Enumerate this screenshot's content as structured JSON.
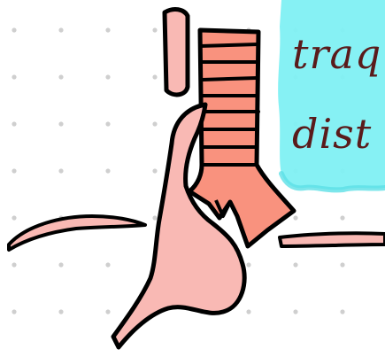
{
  "colors": {
    "background": "#ffffff",
    "grid_dot": "#cfcfcf",
    "outline": "#000000",
    "esophagus_pink": "#f9b9b4",
    "trachea_salmon": "#f9927e",
    "note_cyan": "#7ff0f3",
    "note_text": "#5a1b1b"
  },
  "note": {
    "line1": "traq",
    "line2": "dist"
  },
  "icons": [
    "esophagus-shape",
    "trachea-shape",
    "stomach-shape",
    "fistula-connection"
  ]
}
